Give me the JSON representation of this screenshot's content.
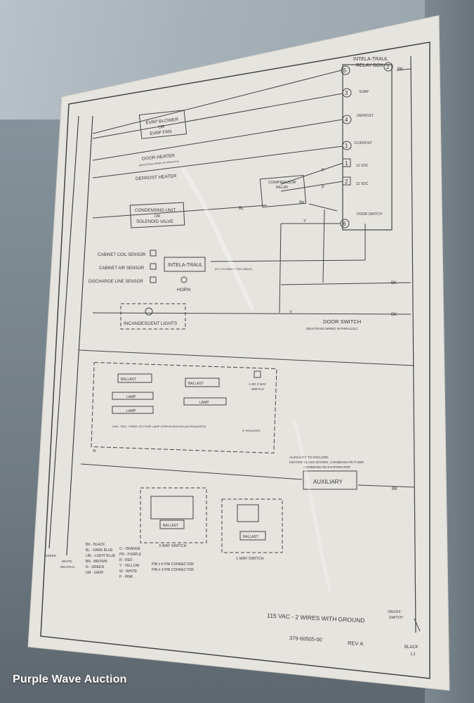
{
  "watermark": "Purple Wave Auction",
  "diagram": {
    "relay_box_title": [
      "INTELA-TRAUL",
      "RELAY BOX"
    ],
    "terminals": [
      "5",
      "2",
      "3",
      "4",
      "1",
      "1",
      "2",
      "6"
    ],
    "relay_labels": [
      "EVAP",
      "DEFROST",
      "FC/FROST",
      "DOOR SWITCH"
    ],
    "vdc": [
      "12 VDC",
      "12 VDC"
    ],
    "blower_box": [
      "EVAP BLOWER",
      "OR",
      "EVAP FAN"
    ],
    "door_heater": "DOOR HEATER",
    "door_heater_note": "(MULTIPLES WIRED IN PARALLEL)",
    "defrost_heater": "DEFROST HEATER",
    "compressor_relay": [
      "COMPRESSOR",
      "RELAY"
    ],
    "condensing_box": [
      "CONDENSING UNIT",
      "OR",
      "SOLENOID VALVE"
    ],
    "sensors": [
      "CABINET COIL SENSOR",
      "CABINET AIR SENSOR",
      "DISCHARGE LINE SENSOR"
    ],
    "intela_traul": "INTELA-TRAUL",
    "connector_cable": "(6 X 3 CONNECTOR CABLE)",
    "horn": "HORN",
    "incandescent": "INCANDESCENT LIGHTS",
    "door_switch": "DOOR SWITCH",
    "door_switch_note": "(MULTIPLES WIRED IN PARALLEL)",
    "ballast": "BALLAST",
    "lamp": "LAMP",
    "switch_1or3": [
      "1 OR 3 WAY",
      "SWITCH"
    ],
    "lamp_config": "ONE, TWO, THREE OR FOUR LAMP CONFIGURATION (AS REQUIRED)",
    "if_required": "IF REQUIRED",
    "auxiliary_note": [
      "AUXILIARY TO INCLUDE:",
      "HEATED GLASS DOORS, CONDENSATE PUMP,",
      "CONDENSATE EVAPORATOR"
    ],
    "auxiliary": "AUXILIARY",
    "three_way_switch": "3 WAY SWITCH",
    "one_way_switch": "1 WAY SWITCH",
    "wire_labels": {
      "bk": "BK",
      "y": "Y",
      "p": "P",
      "bl": "BL",
      "w": "W"
    },
    "left_labels": [
      "GREEN",
      "WHITE",
      "NEUTRAL"
    ],
    "legend_col1": [
      "BK - BLACK",
      "BL - DARK BLUE",
      "LBL - LIGHT BLUE",
      "BR - BROWN",
      "G - GREEN",
      "GR - GRAY"
    ],
    "legend_col2": [
      "O - ORANGE",
      "PR - PURPLE",
      "R - RED",
      "Y - YELLOW",
      "W - WHITE",
      "P - PINK"
    ],
    "connectors": [
      "PIN # 6 PIN CONNECTOR",
      "PIN # 3 PIN CONNECTOR"
    ],
    "footer_title": "115 VAC - 2 WIRES WITH GROUND",
    "footer_part": "379-60505-00",
    "footer_rev": "REV A",
    "on_off": [
      "ON/OFF",
      "SWITCH"
    ],
    "black_l1": [
      "BLACK",
      "L1"
    ]
  }
}
